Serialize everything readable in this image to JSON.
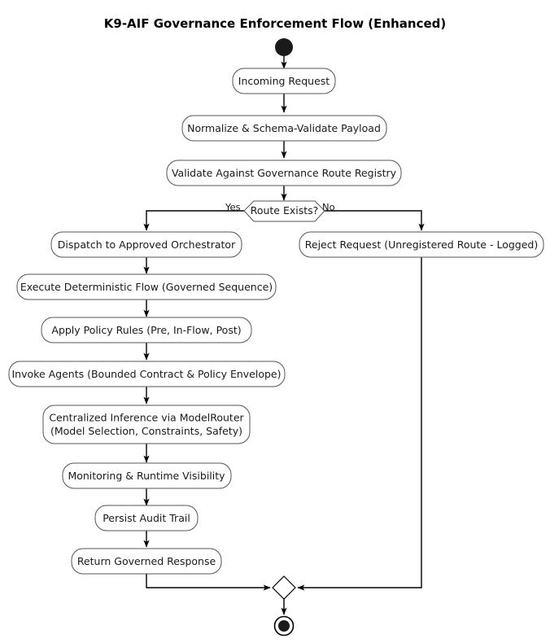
{
  "diagram": {
    "title": "K9-AIF Governance Enforcement Flow (Enhanced)",
    "type": "activity-flowchart",
    "start_node": {
      "name": "start",
      "shape": "filled-circle"
    },
    "end_node": {
      "name": "end",
      "shape": "circled-filled-circle"
    },
    "merge_node": {
      "name": "merge",
      "shape": "diamond"
    },
    "decision": {
      "label": "Route Exists?",
      "yes_label": "Yes",
      "no_label": "No"
    },
    "nodes": [
      {
        "id": "incoming",
        "label": "Incoming Request"
      },
      {
        "id": "normalize",
        "label": "Normalize & Schema-Validate Payload"
      },
      {
        "id": "validate",
        "label": "Validate Against Governance Route Registry"
      },
      {
        "id": "dispatch",
        "label": "Dispatch to Approved Orchestrator"
      },
      {
        "id": "execute",
        "label": "Execute Deterministic Flow (Governed Sequence)"
      },
      {
        "id": "policy",
        "label": "Apply Policy Rules (Pre, In-Flow, Post)"
      },
      {
        "id": "agents",
        "label": "Invoke Agents (Bounded Contract & Policy Envelope)"
      },
      {
        "id": "inference_line1",
        "label": "Centralized Inference via ModelRouter"
      },
      {
        "id": "inference_line2",
        "label": "(Model Selection, Constraints, Safety)"
      },
      {
        "id": "monitoring",
        "label": "Monitoring & Runtime Visibility"
      },
      {
        "id": "audit",
        "label": "Persist Audit Trail"
      },
      {
        "id": "response",
        "label": "Return Governed Response"
      },
      {
        "id": "reject",
        "label": "Reject Request (Unregistered Route - Logged)"
      }
    ],
    "colors": {
      "background": "#ffffff",
      "node_fill": "#ffffff",
      "node_stroke": "#555555",
      "edge_stroke": "#000000",
      "text": "#1a1a1a",
      "title_text": "#000000"
    }
  }
}
